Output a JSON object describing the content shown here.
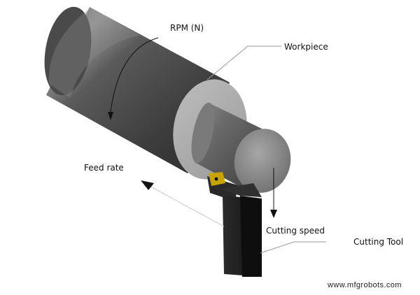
{
  "labels": {
    "rpm": "RPM (N)",
    "workpiece": "Workpiece",
    "feed_rate": "Feed rate",
    "cutting_speed": "Cutting speed",
    "cutting_tool": "Cutting Tool"
  },
  "watermark": "www.mfgrobots.com",
  "colors": {
    "workpiece_dark": "#3a3a3a",
    "workpiece_light": "#9a9a9a",
    "tool": "#1c1c1c",
    "insert": "#c8a400"
  }
}
